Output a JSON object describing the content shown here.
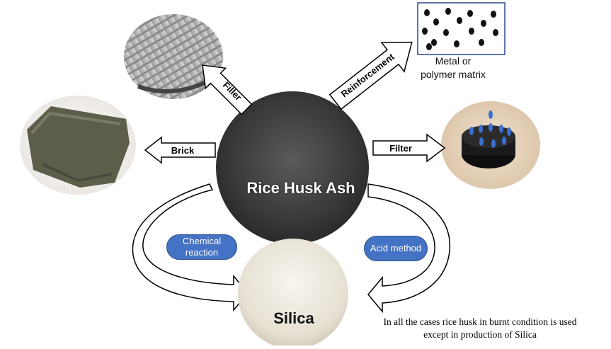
{
  "center": {
    "label": "Rice Husk Ash"
  },
  "silica": {
    "label": "Silica"
  },
  "arrows": {
    "filler": "Filler",
    "reinforcement": "Reinforcement",
    "brick": "Brick",
    "filter": "Filter"
  },
  "routes": {
    "chemical": "Chemical reaction",
    "acid": "Acid method"
  },
  "matrix": {
    "line1": "Metal or",
    "line2": "polymer matrix"
  },
  "note": {
    "line1": "In all the cases rice husk in burnt condition is used",
    "line2": "except in production of Silica"
  },
  "colors": {
    "ash": "#3a3a3a",
    "silica": "#e9e4da",
    "pill": "#4472c4",
    "filter_disc": "#1a1a1a",
    "filter_drops": "#3b6fd0",
    "brick": "#5c5e4a"
  }
}
